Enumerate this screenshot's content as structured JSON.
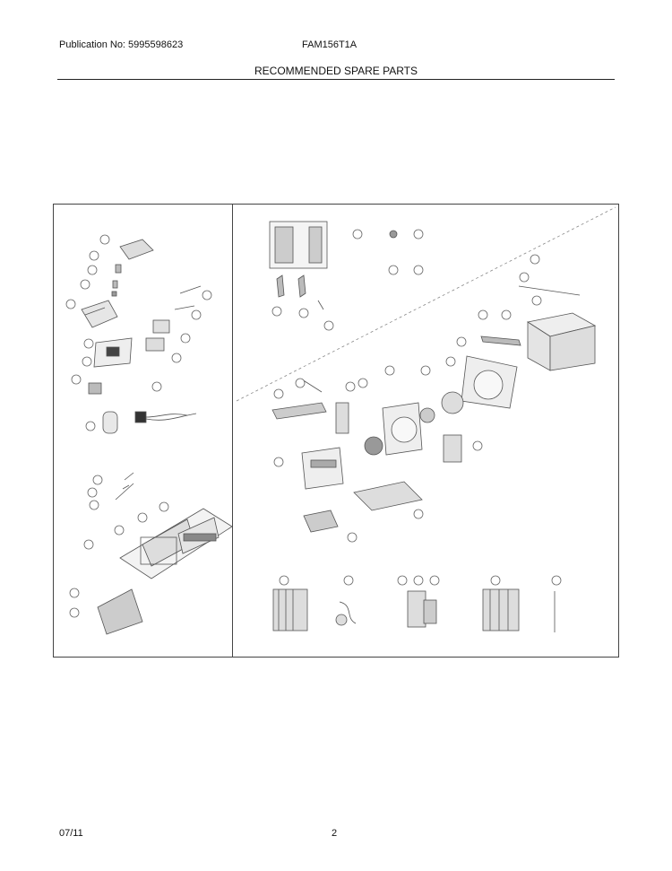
{
  "header": {
    "publication": "Publication No: 5995598623",
    "model": "FAM156T1A",
    "title": "RECOMMENDED SPARE PARTS"
  },
  "footer": {
    "date": "07/11",
    "page_number": "2"
  },
  "diagram": {
    "description_icon": "exploded-parts-diagram"
  }
}
